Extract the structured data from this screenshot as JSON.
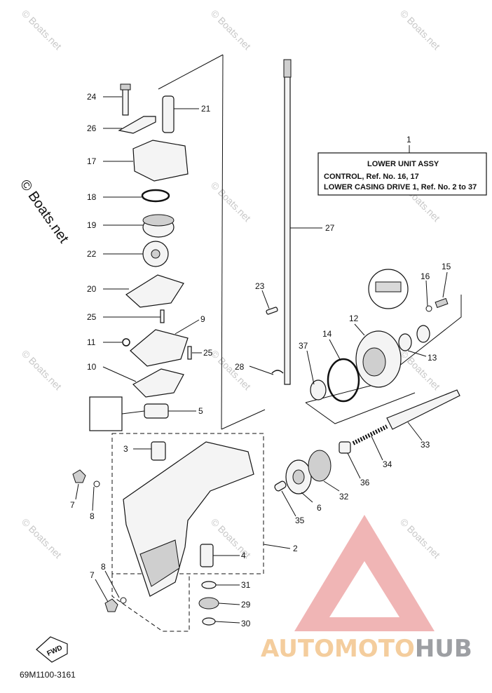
{
  "watermark_text": "© Boats.net",
  "side_watermark": "© Boats.net",
  "assembly_box": {
    "ref": "1",
    "title": "LOWER UNIT ASSY",
    "line1": "CONTROL,  Ref. No. 16, 17",
    "line2": "LOWER CASING DRIVE 1,  Ref. No. 2 to 37"
  },
  "callouts": [
    "24",
    "21",
    "26",
    "17",
    "18",
    "19",
    "22",
    "20",
    "25",
    "9",
    "11",
    "25",
    "10",
    "5",
    "3",
    "7",
    "8",
    "4",
    "31",
    "29",
    "30",
    "8",
    "7",
    "2",
    "35",
    "6",
    "32",
    "36",
    "34",
    "33",
    "37",
    "14",
    "12",
    "13",
    "16",
    "15",
    "23",
    "28",
    "27"
  ],
  "fwd_label": "FWD",
  "drawing_code": "69M1100-3161",
  "logo": {
    "part1": "AUTOMOTO",
    "part2": "HUB",
    "accent_color": "#e88b8b",
    "orange": "#f3c58d",
    "gray": "#8d8f94"
  }
}
